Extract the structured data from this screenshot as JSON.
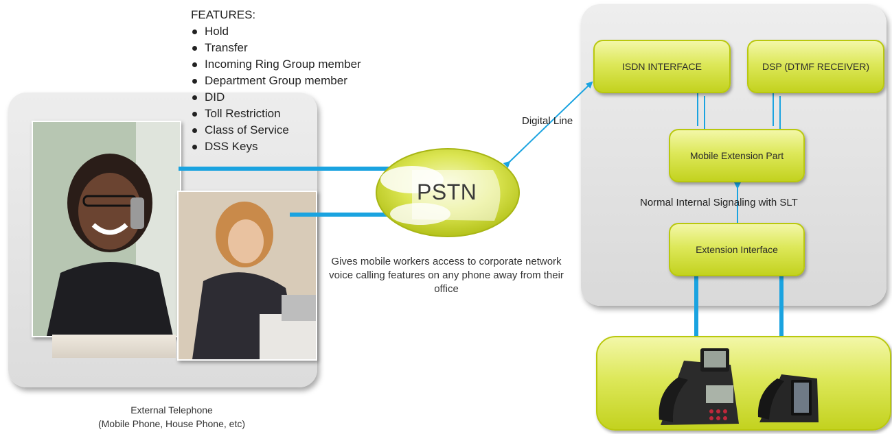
{
  "features": {
    "title": "FEATURES:",
    "items": [
      "Hold",
      "Transfer",
      "Incoming Ring Group member",
      "Department Group member",
      "DID",
      "Toll Restriction",
      "Class of Service",
      "DSS Keys"
    ]
  },
  "cloud": {
    "label": "PSTN"
  },
  "labels": {
    "digital_line": "Digital Line",
    "signaling": "Normal Internal Signaling with SLT",
    "gives": "Gives mobile workers access to corporate network voice calling features on any phone away from their office",
    "external_caption_line1": "External Telephone",
    "external_caption_line2": "(Mobile Phone, House Phone, etc)"
  },
  "boxes": {
    "isdn": "ISDN INTERFACE",
    "dsp": "DSP (DTMF RECEIVER)",
    "mobile_extension": "Mobile Extension Part",
    "extension_interface": "Extension Interface"
  },
  "colors": {
    "connector_blue": "#1aa3e0",
    "box_green": "#d4e03a",
    "panel_grey": "#e2e2e2"
  }
}
